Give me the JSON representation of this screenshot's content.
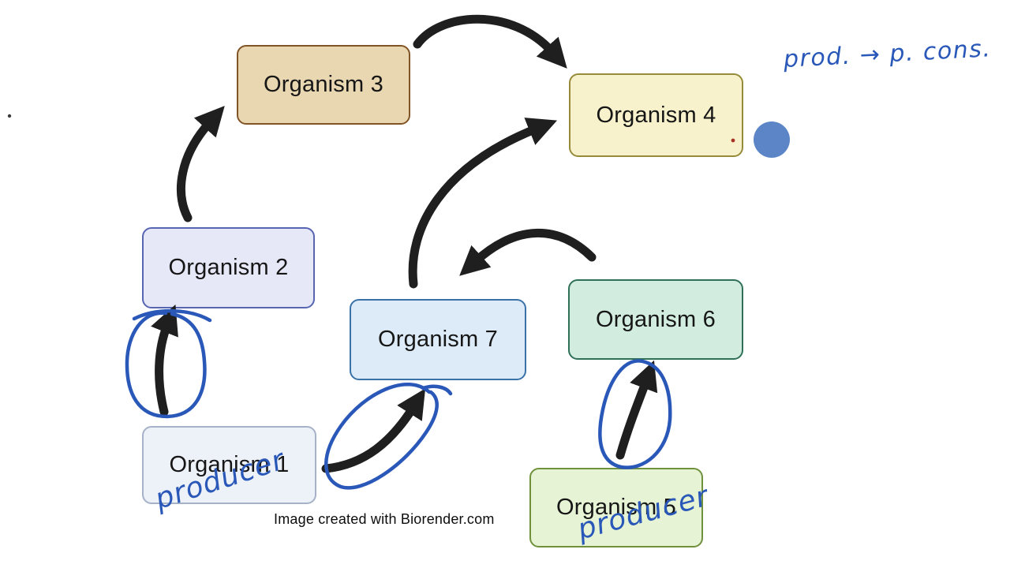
{
  "app": {
    "background": "#ffffff"
  },
  "diagram": {
    "watermark": "Image created with Biorender.com",
    "arrow_color": "#1f1f1f",
    "organisms": [
      {
        "id": 1,
        "label": "Organism 1",
        "fill": "#edf1f8",
        "border": "#a6b2c8"
      },
      {
        "id": 2,
        "label": "Organism 2",
        "fill": "#e6e8f7",
        "border": "#5765b2"
      },
      {
        "id": 3,
        "label": "Organism 3",
        "fill": "#e9d7b2",
        "border": "#815426"
      },
      {
        "id": 4,
        "label": "Organism 4",
        "fill": "#f7f2cc",
        "border": "#968b39"
      },
      {
        "id": 5,
        "label": "Organism 5",
        "fill": "#e6f3d5",
        "border": "#6f913c"
      },
      {
        "id": 6,
        "label": "Organism 6",
        "fill": "#d2ecdf",
        "border": "#2f7059"
      },
      {
        "id": 7,
        "label": "Organism 7",
        "fill": "#dcebf7",
        "border": "#3a72a8"
      }
    ],
    "relationships": [
      "Organism 3 -> Organism 4",
      "Organism 2 -> Organism 3",
      "Organism 7 -> Organism 4",
      "Organism 6 -> Organism 7",
      "Organism 1 -> Organism 2",
      "Organism 1 -> Organism 7",
      "Organism 5 -> Organism 6"
    ]
  },
  "annotations": {
    "pen_color": "#2a58b8",
    "dot_color": "#5b85c7",
    "top_note": "prod. → p. cons.",
    "producer_label_org1": "producer",
    "producer_label_org5": "producer"
  }
}
